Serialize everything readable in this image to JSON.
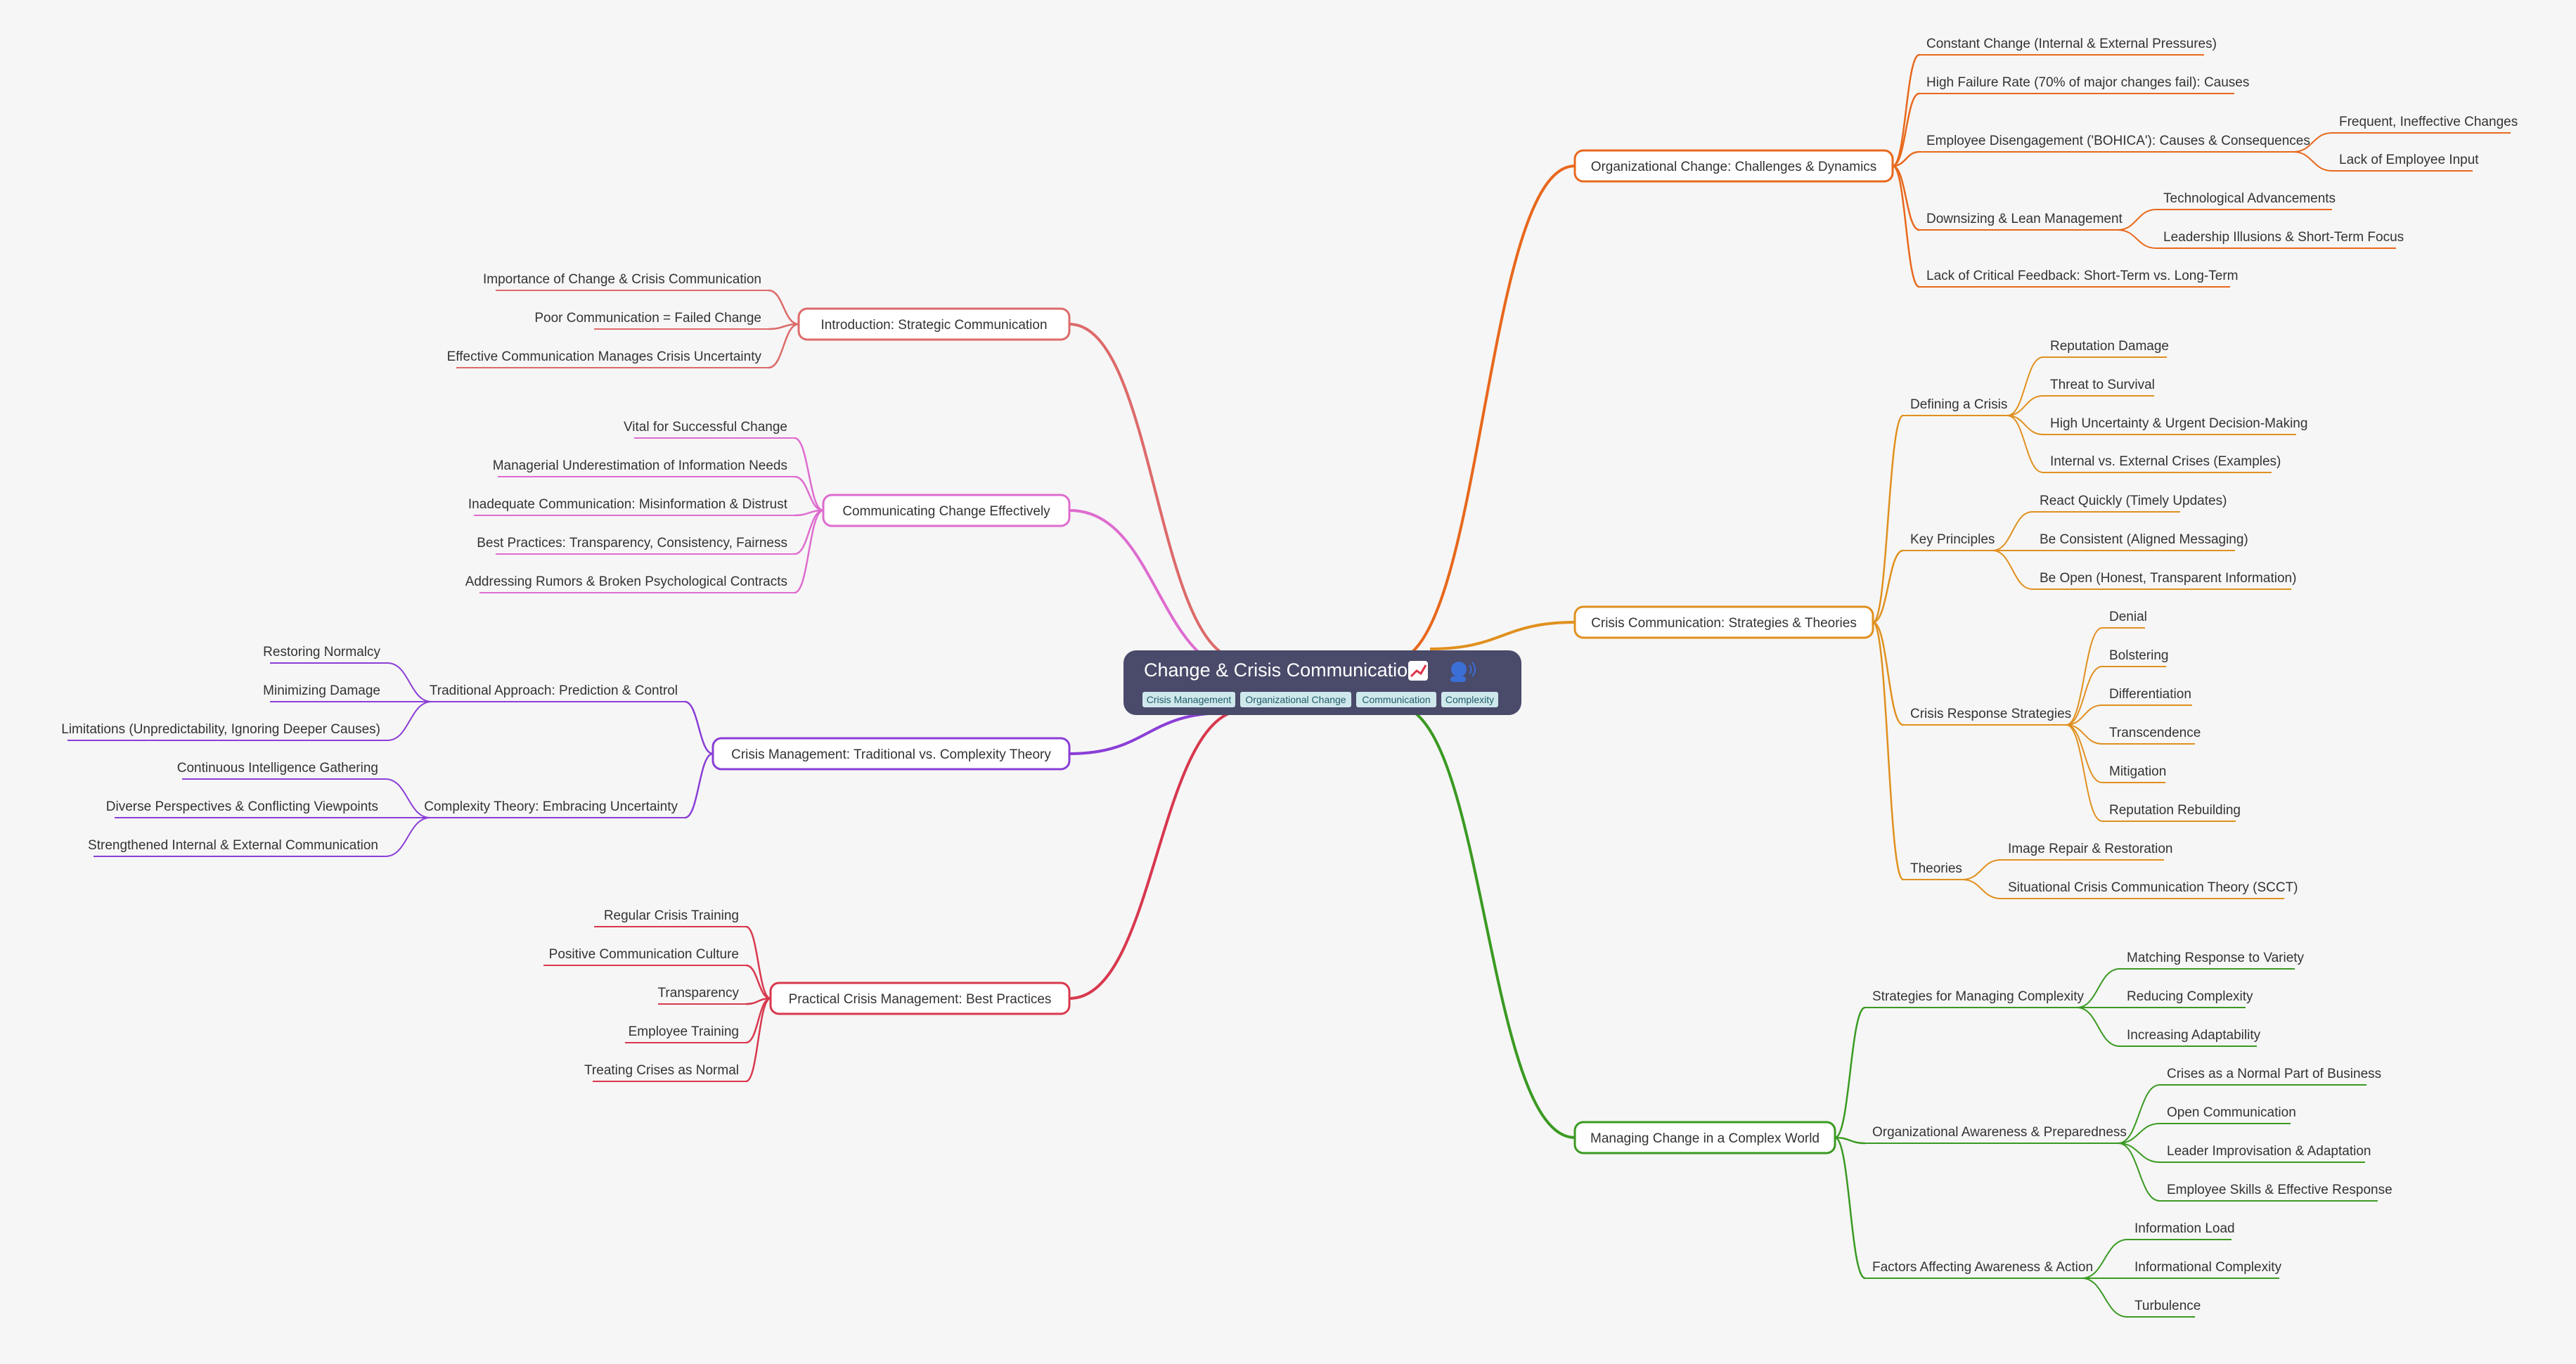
{
  "root": {
    "title": "Change & Crisis Communication",
    "icons": [
      "chart-increasing-icon",
      "speaking-head-icon"
    ],
    "tags": [
      "Crisis Management",
      "Organizational Change",
      "Communication",
      "Complexity"
    ]
  },
  "branches": [
    {
      "label": "Organizational Change: Challenges & Dynamics",
      "color": "#e8681c",
      "children": [
        {
          "label": "Constant Change (Internal & External Pressures)"
        },
        {
          "label": "High Failure Rate (70% of major changes fail): Causes"
        },
        {
          "label": "Employee Disengagement ('BOHICA'): Causes & Consequences",
          "children": [
            {
              "label": "Frequent, Ineffective Changes"
            },
            {
              "label": "Lack of Employee Input"
            }
          ]
        },
        {
          "label": "Downsizing & Lean Management",
          "children": [
            {
              "label": "Technological Advancements"
            },
            {
              "label": "Leadership Illusions & Short-Term Focus"
            }
          ]
        },
        {
          "label": "Lack of Critical Feedback: Short-Term vs. Long-Term"
        }
      ]
    },
    {
      "label": "Crisis Communication: Strategies & Theories",
      "color": "#e0901e",
      "children": [
        {
          "label": "Defining a Crisis",
          "children": [
            {
              "label": "Reputation Damage"
            },
            {
              "label": "Threat to Survival"
            },
            {
              "label": "High Uncertainty & Urgent Decision-Making"
            },
            {
              "label": "Internal vs. External Crises (Examples)"
            }
          ]
        },
        {
          "label": "Key Principles",
          "children": [
            {
              "label": "React Quickly (Timely Updates)"
            },
            {
              "label": "Be Consistent (Aligned Messaging)"
            },
            {
              "label": "Be Open (Honest, Transparent Information)"
            }
          ]
        },
        {
          "label": "Crisis Response Strategies",
          "children": [
            {
              "label": "Denial"
            },
            {
              "label": "Bolstering"
            },
            {
              "label": "Differentiation"
            },
            {
              "label": "Transcendence"
            },
            {
              "label": "Mitigation"
            },
            {
              "label": "Reputation Rebuilding"
            }
          ]
        },
        {
          "label": "Theories",
          "children": [
            {
              "label": "Image Repair & Restoration"
            },
            {
              "label": "Situational Crisis Communication Theory (SCCT)"
            }
          ]
        }
      ]
    },
    {
      "label": "Managing Change in a Complex World",
      "color": "#3a9a22",
      "children": [
        {
          "label": "Strategies for Managing Complexity",
          "children": [
            {
              "label": "Matching Response to Variety"
            },
            {
              "label": "Reducing Complexity"
            },
            {
              "label": "Increasing Adaptability"
            }
          ]
        },
        {
          "label": "Organizational Awareness & Preparedness",
          "children": [
            {
              "label": "Crises as a Normal Part of Business"
            },
            {
              "label": "Open Communication"
            },
            {
              "label": "Leader Improvisation & Adaptation"
            },
            {
              "label": "Employee Skills & Effective Response"
            }
          ]
        },
        {
          "label": "Factors Affecting Awareness & Action",
          "children": [
            {
              "label": "Information Load"
            },
            {
              "label": "Informational Complexity"
            },
            {
              "label": "Turbulence"
            }
          ]
        }
      ]
    },
    {
      "label": "Introduction: Strategic Communication",
      "color": "#dd6a6a",
      "children": [
        {
          "label": "Importance of Change & Crisis Communication"
        },
        {
          "label": "Poor Communication = Failed Change"
        },
        {
          "label": "Effective Communication Manages Crisis Uncertainty"
        }
      ]
    },
    {
      "label": "Communicating Change Effectively",
      "color": "#de6ccf",
      "children": [
        {
          "label": "Vital for Successful Change"
        },
        {
          "label": "Managerial Underestimation of Information Needs"
        },
        {
          "label": "Inadequate Communication: Misinformation & Distrust"
        },
        {
          "label": "Best Practices: Transparency, Consistency, Fairness"
        },
        {
          "label": "Addressing Rumors & Broken Psychological Contracts"
        }
      ]
    },
    {
      "label": "Crisis Management: Traditional vs. Complexity Theory",
      "color": "#8a3ed6",
      "children": [
        {
          "label": "Traditional Approach: Prediction & Control",
          "children": [
            {
              "label": "Restoring Normalcy"
            },
            {
              "label": "Minimizing Damage"
            },
            {
              "label": "Limitations (Unpredictability, Ignoring Deeper Causes)"
            }
          ]
        },
        {
          "label": "Complexity Theory: Embracing Uncertainty",
          "children": [
            {
              "label": "Continuous Intelligence Gathering"
            },
            {
              "label": "Diverse Perspectives & Conflicting Viewpoints"
            },
            {
              "label": "Strengthened Internal & External Communication"
            }
          ]
        }
      ]
    },
    {
      "label": "Practical Crisis Management: Best Practices",
      "color": "#d8384e",
      "children": [
        {
          "label": "Regular Crisis Training"
        },
        {
          "label": "Positive Communication Culture"
        },
        {
          "label": "Transparency"
        },
        {
          "label": "Employee Training"
        },
        {
          "label": "Treating Crises as Normal"
        }
      ]
    }
  ]
}
